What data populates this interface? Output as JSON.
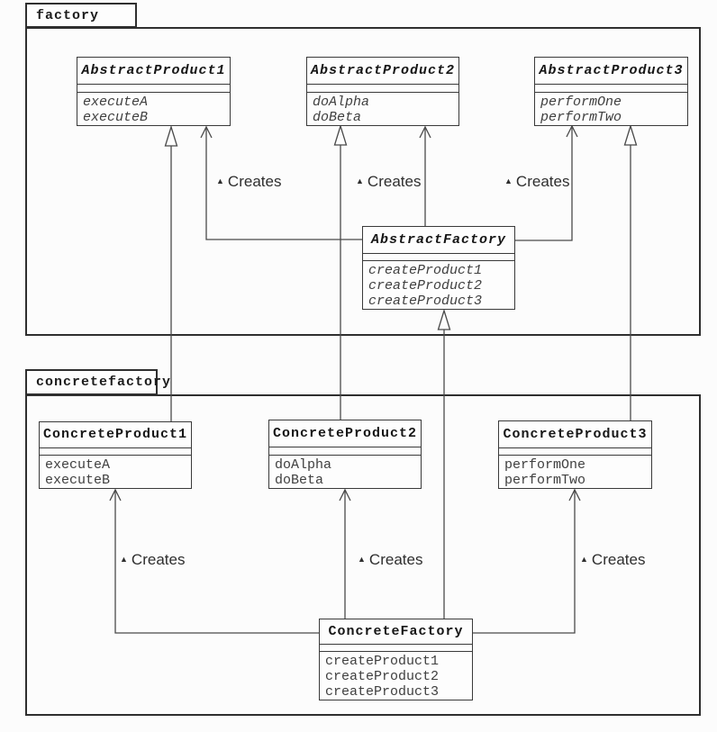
{
  "diagram": {
    "packages": [
      {
        "name": "factory",
        "classes": [
          {
            "title": "AbstractProduct1",
            "stereotype": "abstract",
            "methods": [
              "executeA",
              "executeB"
            ]
          },
          {
            "title": "AbstractProduct2",
            "stereotype": "abstract",
            "methods": [
              "doAlpha",
              "doBeta"
            ]
          },
          {
            "title": "AbstractProduct3",
            "stereotype": "abstract",
            "methods": [
              "performOne",
              "performTwo"
            ]
          },
          {
            "title": "AbstractFactory",
            "stereotype": "abstract",
            "methods": [
              "createProduct1",
              "createProduct2",
              "createProduct3"
            ]
          }
        ]
      },
      {
        "name": "concretefactory",
        "classes": [
          {
            "title": "ConcreteProduct1",
            "stereotype": "concrete",
            "methods": [
              "executeA",
              "executeB"
            ]
          },
          {
            "title": "ConcreteProduct2",
            "stereotype": "concrete",
            "methods": [
              "doAlpha",
              "doBeta"
            ]
          },
          {
            "title": "ConcreteProduct3",
            "stereotype": "concrete",
            "methods": [
              "performOne",
              "performTwo"
            ]
          },
          {
            "title": "ConcreteFactory",
            "stereotype": "concrete",
            "methods": [
              "createProduct1",
              "createProduct2",
              "createProduct3"
            ]
          }
        ]
      }
    ],
    "relationship_label": {
      "marker": "▲",
      "text": "Creates"
    },
    "colors": {
      "line": "#4a4a4a",
      "package_border": "#2f2f2f",
      "class_border": "#3a3a3a",
      "title_text": "#161616",
      "method_text": "#3f3f3f",
      "background": "#fcfcfc"
    }
  }
}
